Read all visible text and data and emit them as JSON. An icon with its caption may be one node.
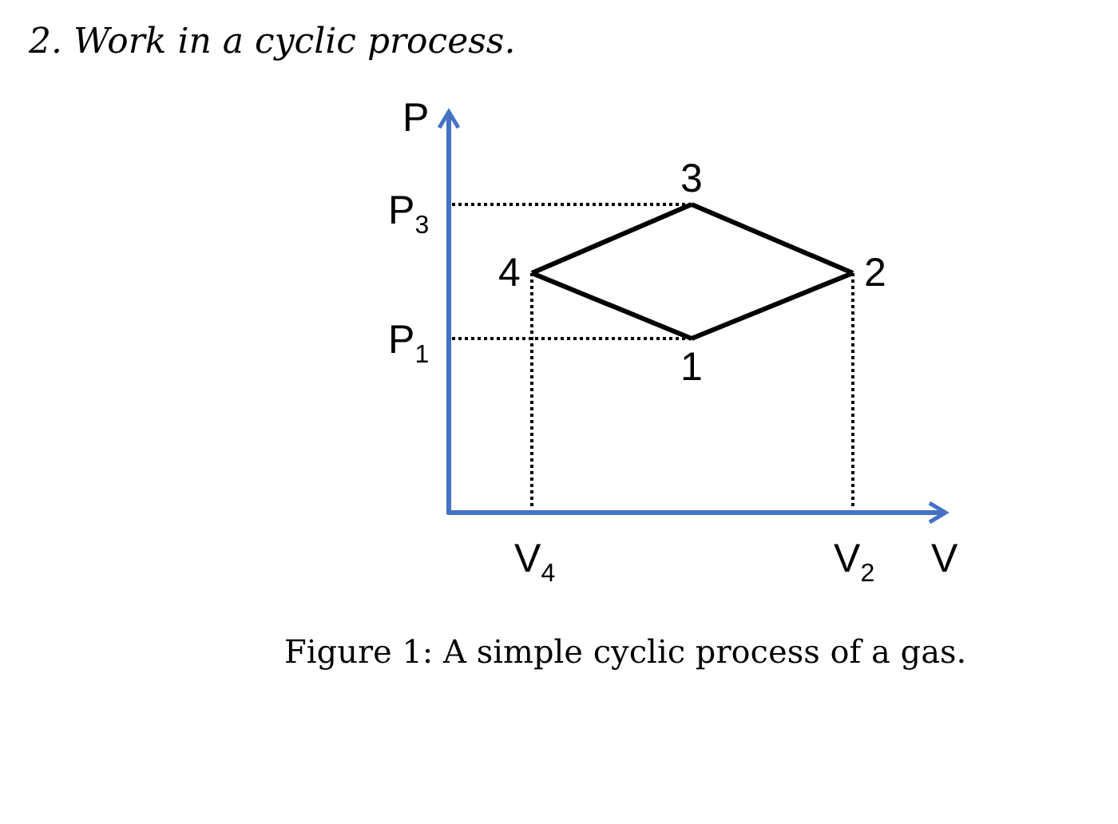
{
  "diagram": {
    "title": "2. Work in a cyclic process.",
    "caption": "Figure 1: A simple cyclic process of a gas.",
    "nodes": [
      {
        "text": [
          "1"
        ]
      },
      {
        "text": [
          "2"
        ]
      },
      {
        "text": [
          "3"
        ]
      },
      {
        "text": [
          "4"
        ]
      }
    ],
    "edges": [
      {
        "from": 0,
        "to": 1,
        "arrow": "none"
      },
      {
        "from": 1,
        "to": 2,
        "arrow": "none"
      },
      {
        "from": 2,
        "to": 3,
        "arrow": "none"
      },
      {
        "from": 3,
        "to": 0,
        "arrow": "none"
      }
    ],
    "labels": [
      "P",
      "P$_{3}$",
      "P$_{1}$",
      "V$_{4}$",
      "V$_{2}$",
      "V"
    ]
  }
}
